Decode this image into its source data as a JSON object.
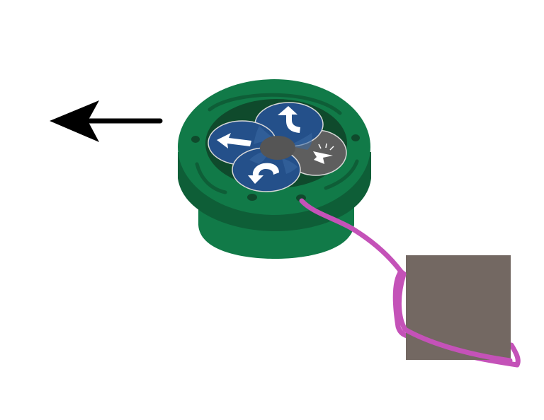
{
  "diagram": {
    "caption": "",
    "colors": {
      "background": "#ffffff",
      "housing_light": "#117a48",
      "housing_dark": "#0e5e37",
      "recess": "#0f4a2c",
      "blade_blue": "#24508a",
      "blade_blue_light": "#3b6aa4",
      "blade_gray": "#5e5e5e",
      "hub": "#555555",
      "cable": "#c452b8",
      "box": "#736862",
      "arrow": "#000000",
      "icon": "#ffffff"
    },
    "elements": {
      "direction_arrow": {
        "points": "left"
      },
      "selector_dial": {
        "blades": [
          {
            "id": "left",
            "icon": "arrow-left-icon",
            "color": "blade_blue"
          },
          {
            "id": "top",
            "icon": "turn-left-up-icon",
            "color": "blade_blue"
          },
          {
            "id": "bottom",
            "icon": "u-turn-icon",
            "color": "blade_blue"
          },
          {
            "id": "right",
            "icon": "flash-icon",
            "color": "blade_gray"
          }
        ]
      },
      "cable": {
        "connects": [
          "selector_dial",
          "control_box"
        ]
      },
      "control_box": {}
    }
  }
}
